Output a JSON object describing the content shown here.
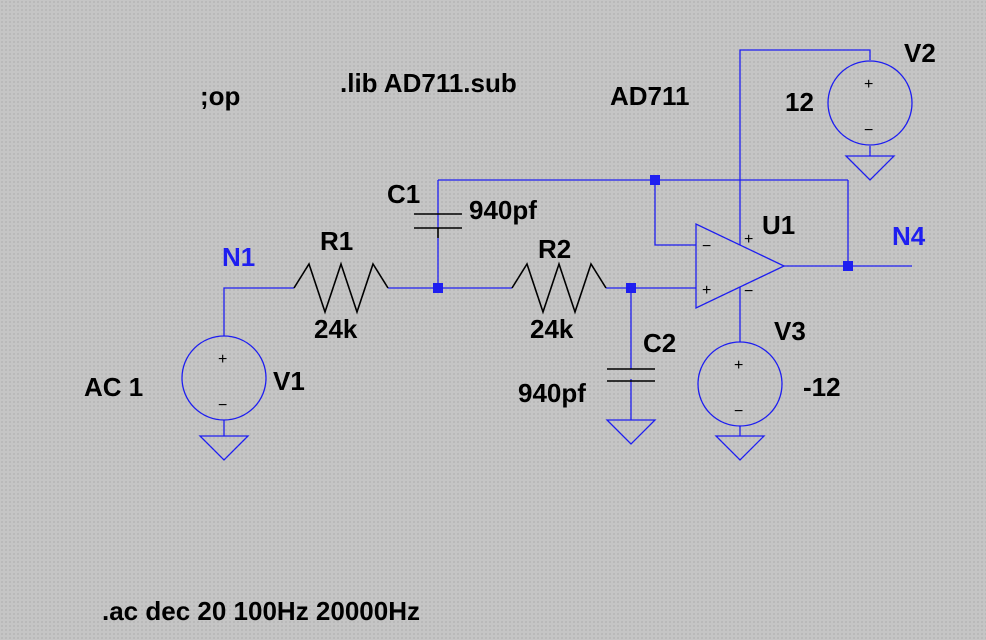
{
  "directives": {
    "op": ";op",
    "lib": ".lib AD711.sub",
    "ac": ".ac dec 20 100Hz 20000Hz"
  },
  "opamp": {
    "model": "AD711",
    "ref": "U1"
  },
  "sources": {
    "V1": {
      "ref": "V1",
      "value": "AC 1"
    },
    "V2": {
      "ref": "V2",
      "value": "12"
    },
    "V3": {
      "ref": "V3",
      "value": "-12"
    }
  },
  "resistors": {
    "R1": {
      "ref": "R1",
      "value": "24k"
    },
    "R2": {
      "ref": "R2",
      "value": "24k"
    }
  },
  "capacitors": {
    "C1": {
      "ref": "C1",
      "value": "940pf"
    },
    "C2": {
      "ref": "C2",
      "value": "940pf"
    }
  },
  "nets": {
    "in": "N1",
    "out": "N4"
  },
  "pin_marks": {
    "plus": "+",
    "minus": "−"
  },
  "colors": {
    "wire": "#1e1ef0",
    "component": "#000000",
    "background": "#c5c5c5"
  }
}
